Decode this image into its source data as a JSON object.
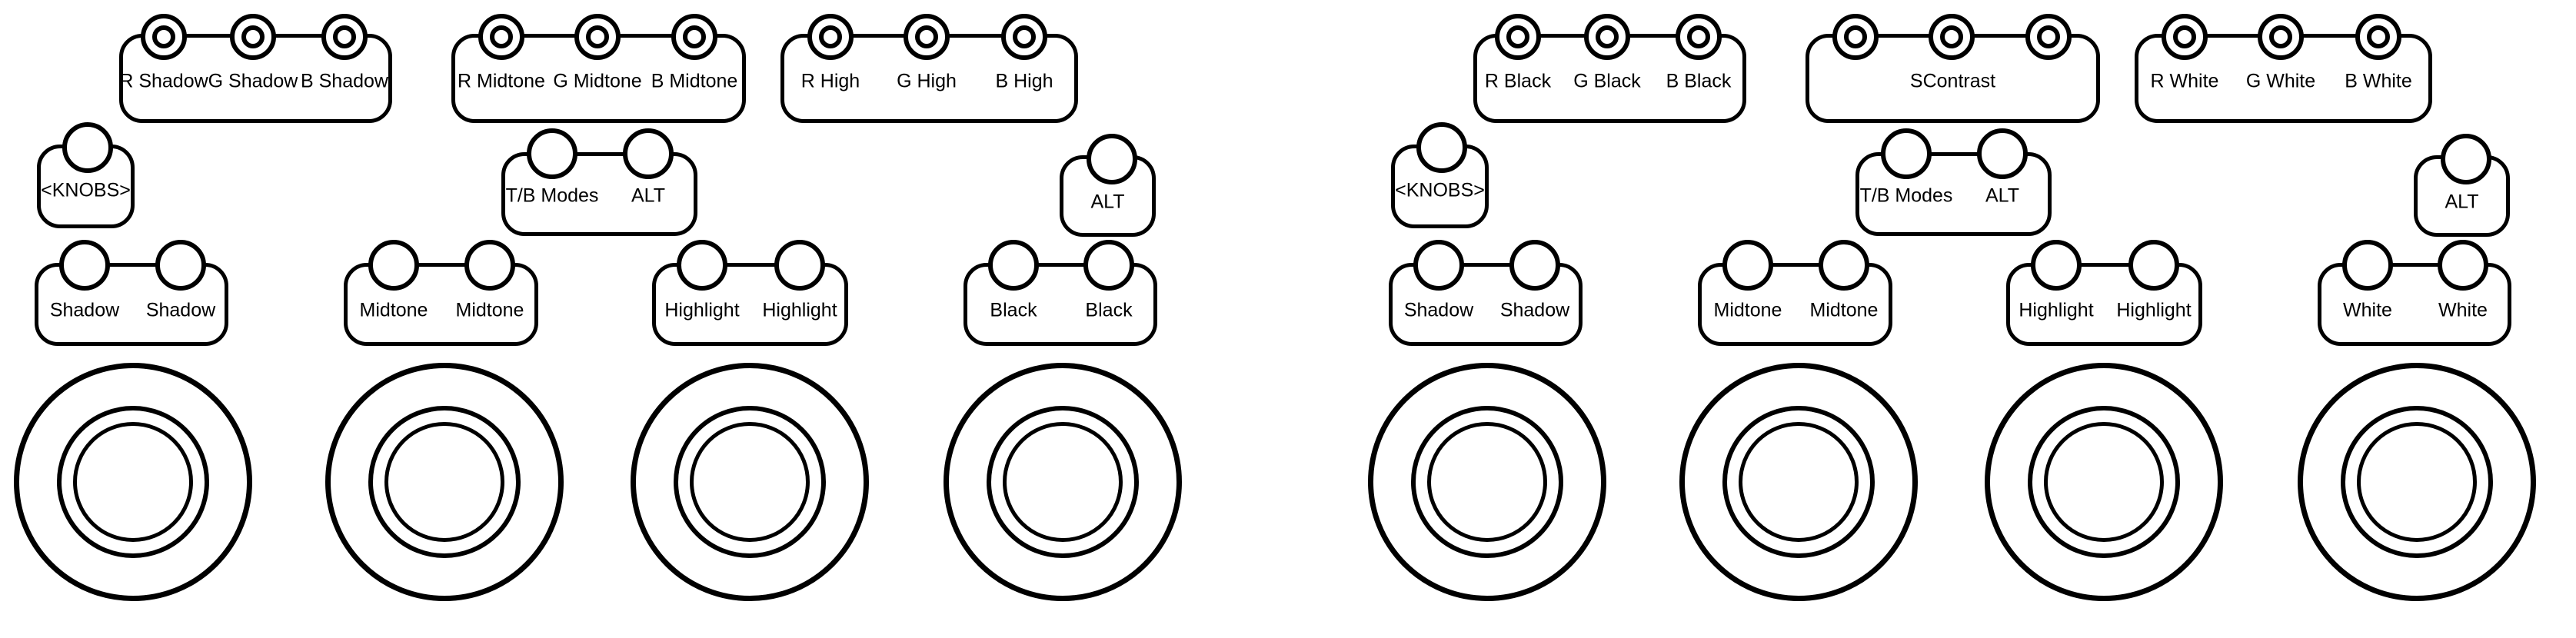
{
  "colors": {
    "outline": "#000000",
    "background": "#ffffff"
  },
  "panels": [
    {
      "name": "left",
      "knob_groups": [
        {
          "labels": [
            "R Shadow",
            "G Shadow",
            "B Shadow"
          ]
        },
        {
          "labels": [
            "R Midtone",
            "G Midtone",
            "B Midtone"
          ]
        },
        {
          "labels": [
            "R High",
            "G High",
            "B High"
          ]
        }
      ],
      "modes": {
        "knobs_label": "<KNOBS>",
        "tb_labels": [
          "T/B Modes",
          "ALT"
        ],
        "alt_label": "ALT"
      },
      "button_pairs": [
        {
          "labels": [
            "Shadow",
            "Shadow"
          ]
        },
        {
          "labels": [
            "Midtone",
            "Midtone"
          ]
        },
        {
          "labels": [
            "Highlight",
            "Highlight"
          ]
        },
        {
          "labels": [
            "Black",
            "Black"
          ]
        }
      ],
      "trackballs": 4
    },
    {
      "name": "right",
      "knob_groups": [
        {
          "labels": [
            "R Black",
            "G Black",
            "B Black"
          ]
        },
        {
          "labels": [
            "SContrast"
          ]
        },
        {
          "labels": [
            "R White",
            "G White",
            "B White"
          ]
        }
      ],
      "modes": {
        "knobs_label": "<KNOBS>",
        "tb_labels": [
          "T/B Modes",
          "ALT"
        ],
        "alt_label": "ALT"
      },
      "button_pairs": [
        {
          "labels": [
            "Shadow",
            "Shadow"
          ]
        },
        {
          "labels": [
            "Midtone",
            "Midtone"
          ]
        },
        {
          "labels": [
            "Highlight",
            "Highlight"
          ]
        },
        {
          "labels": [
            "White",
            "White"
          ]
        }
      ],
      "trackballs": 4
    }
  ]
}
